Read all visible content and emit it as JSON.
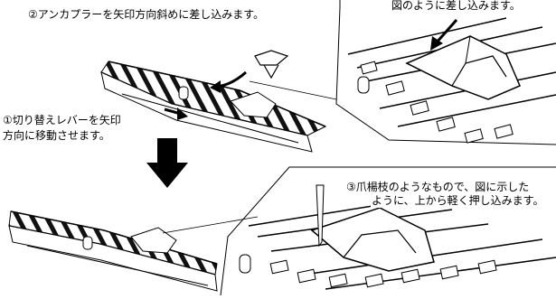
{
  "step2_text": "②アンカプラーを矢印方向斜めに差し込みます。",
  "note_text": "図のように差し込みます。",
  "step1_line1": "①切り替えレバーを矢印",
  "step1_line2": "方向に移動させます。",
  "step3_line1": "③爪楊枝のようなもので、図に示した",
  "step3_line2": "ように、上から軽く押し込みます。"
}
